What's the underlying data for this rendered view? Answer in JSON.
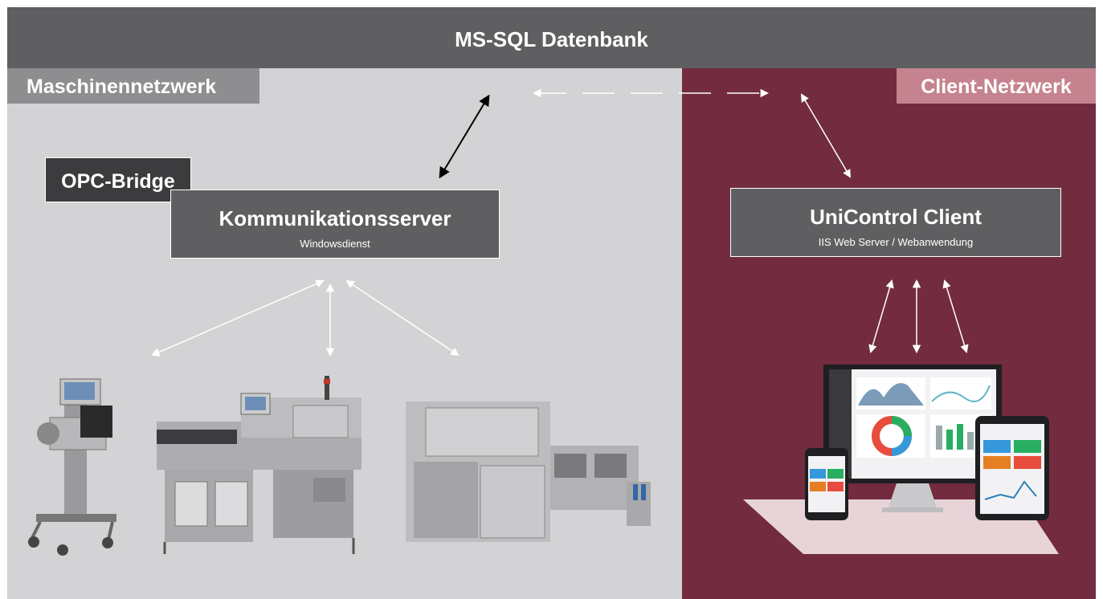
{
  "header": {
    "title": "MS-SQL Datenbank"
  },
  "zones": {
    "left_label": "Maschinennetzwerk",
    "right_label": "Client-Netzwerk"
  },
  "nodes": {
    "opc_bridge": "OPC-Bridge",
    "kommunikationsserver": {
      "title": "Kommunikationsserver",
      "subtitle": "Windowsdienst"
    },
    "unicontrol_client": {
      "title": "UniControl Client",
      "subtitle": "IIS Web Server / Webanwendung"
    }
  },
  "images": {
    "machines": [
      "checkweigher-machine",
      "inspection-line-machine",
      "packaging-line-machine"
    ],
    "devices": [
      "desktop-monitor",
      "tablet",
      "smartphone"
    ]
  },
  "colors": {
    "header_bg": "#5f5f61",
    "left_zone": "#d3d3d5",
    "right_zone": "#722b3f",
    "left_label_bg": "#8e8e90",
    "right_label_bg": "#c5838f",
    "box_bg": "#5f5f61",
    "opc_bg": "#3c3c3e"
  }
}
